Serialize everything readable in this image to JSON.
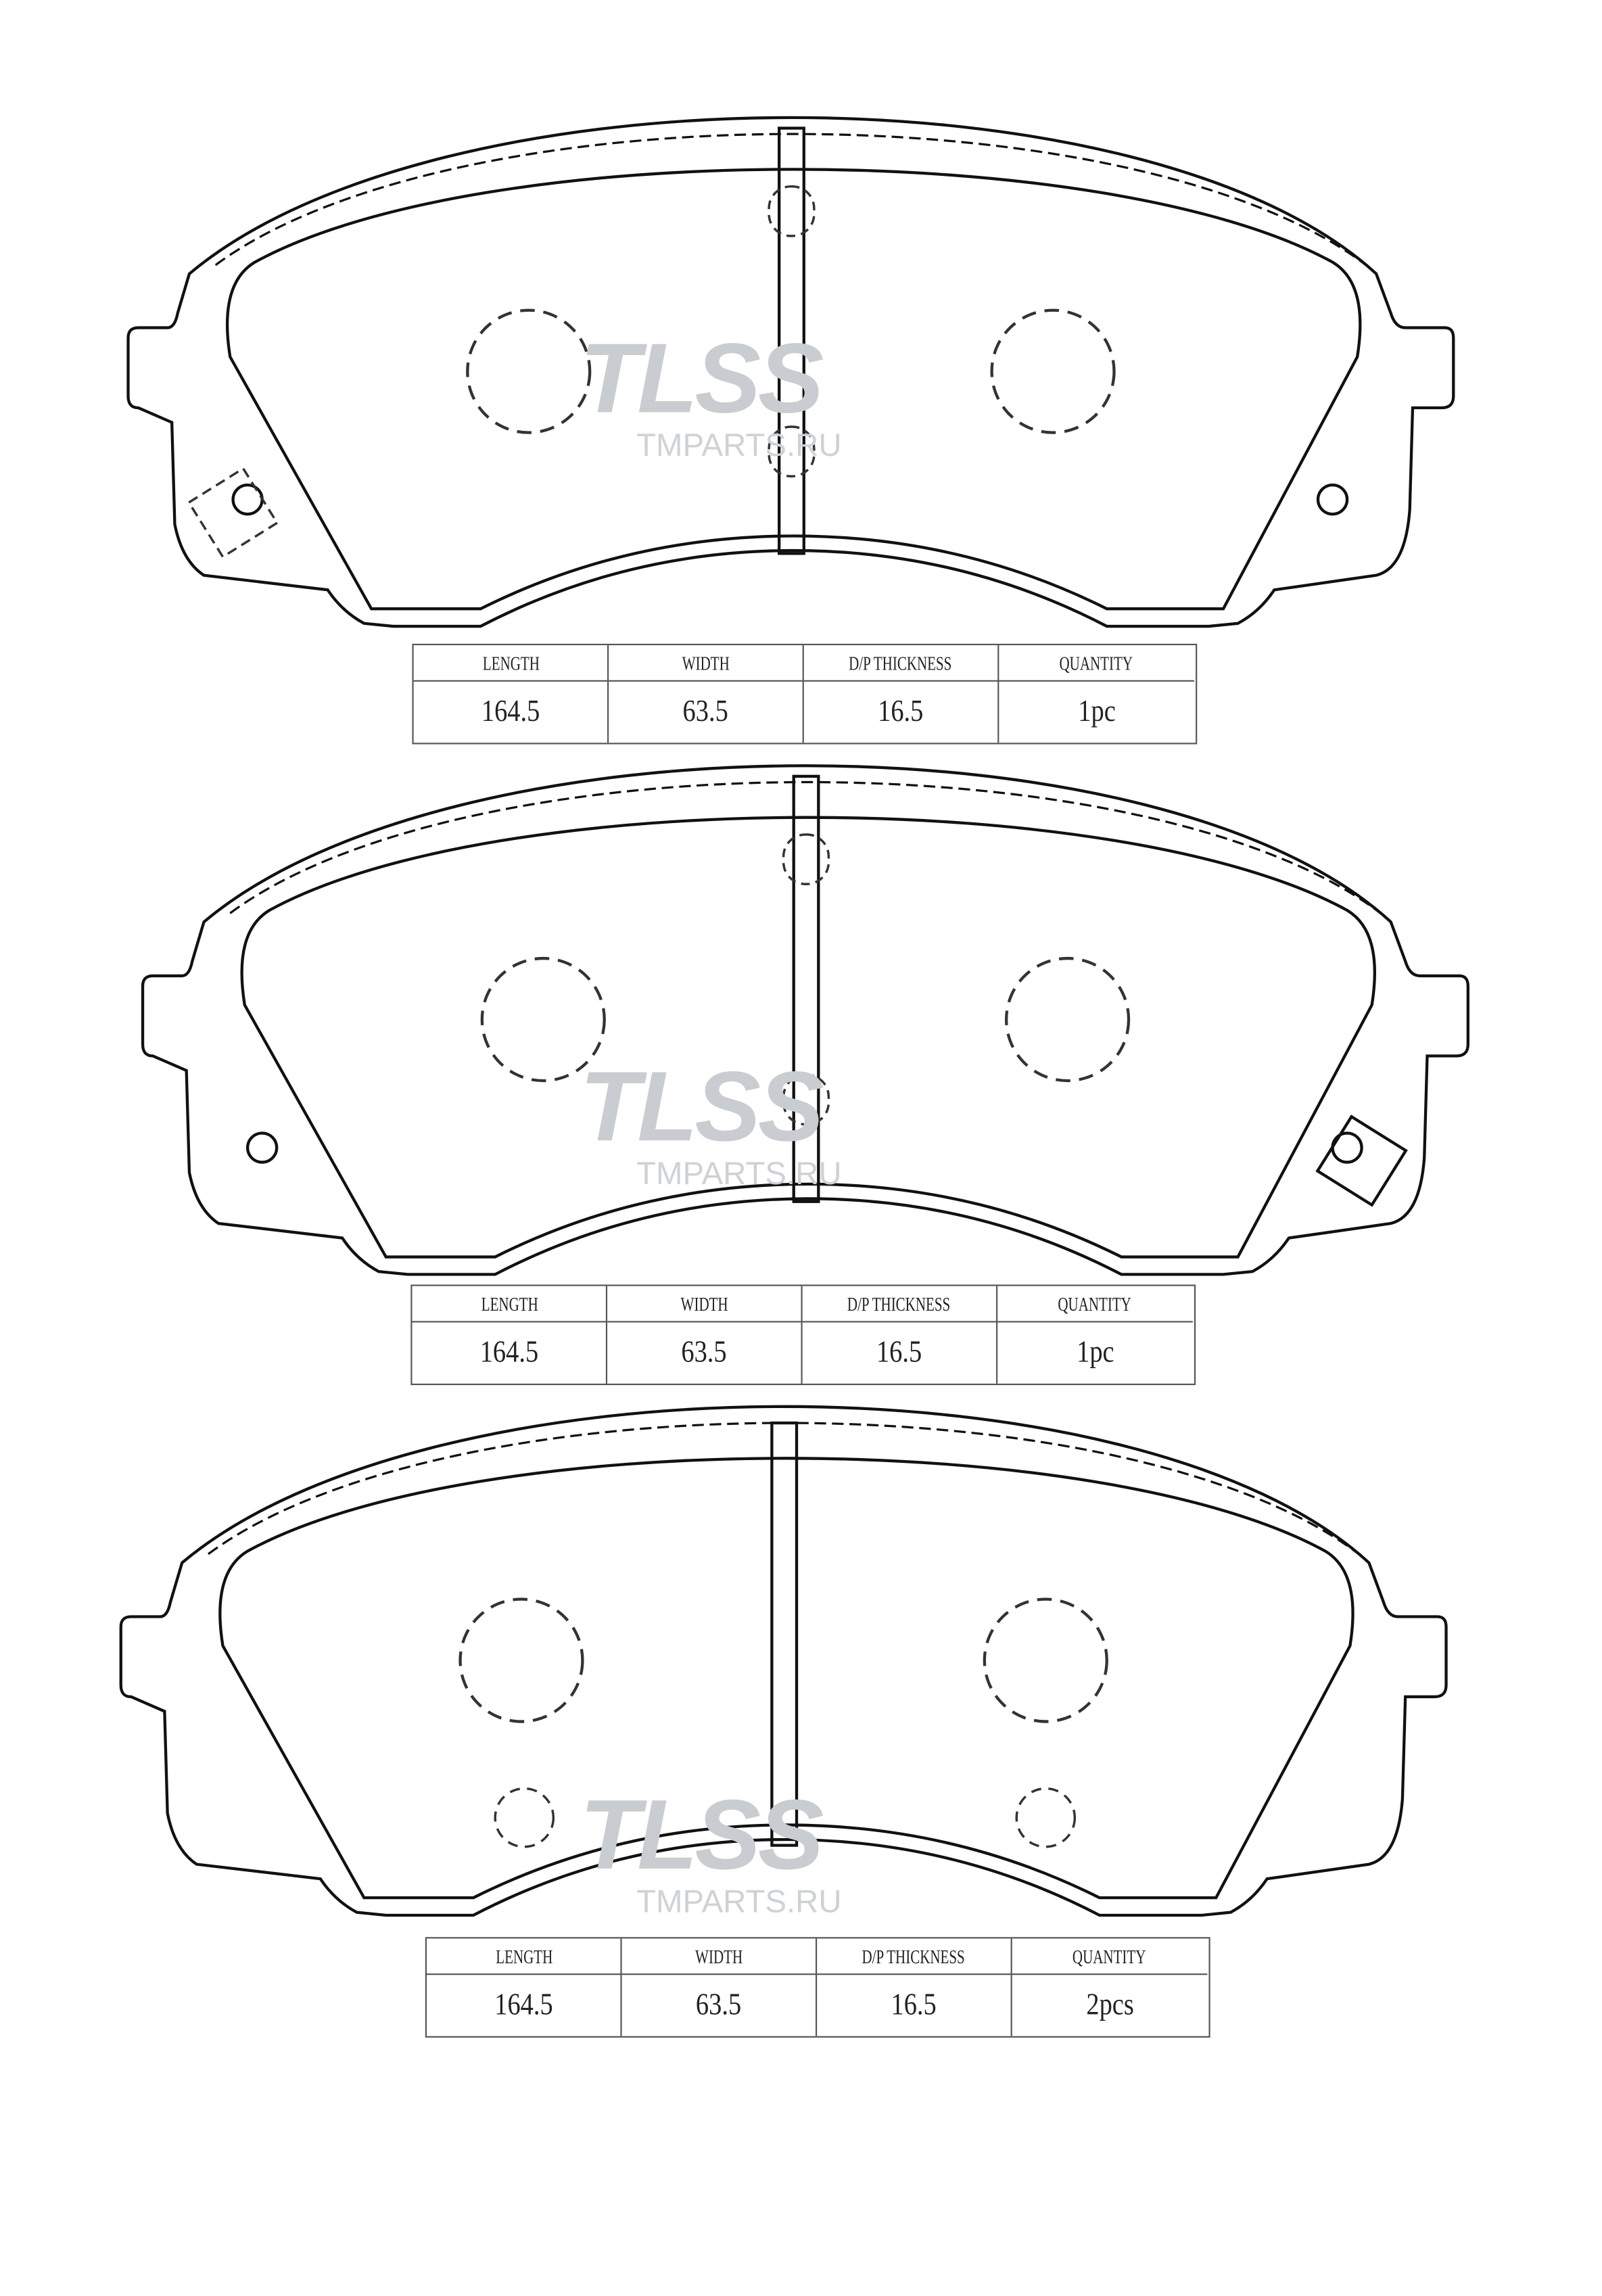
{
  "watermark": {
    "logo": "TLSS",
    "url": "TMPARTS.RU"
  },
  "tables": [
    {
      "headers": [
        "LENGTH",
        "WIDTH",
        "D/P THICKNESS",
        "QUANTITY"
      ],
      "values": [
        "164.5",
        "63.5",
        "16.5",
        "1pc"
      ]
    },
    {
      "headers": [
        "LENGTH",
        "WIDTH",
        "D/P THICKNESS",
        "QUANTITY"
      ],
      "values": [
        "164.5",
        "63.5",
        "16.5",
        "1pc"
      ]
    },
    {
      "headers": [
        "LENGTH",
        "WIDTH",
        "D/P THICKNESS",
        "QUANTITY"
      ],
      "values": [
        "164.5",
        "63.5",
        "16.5",
        "2pcs"
      ]
    }
  ]
}
